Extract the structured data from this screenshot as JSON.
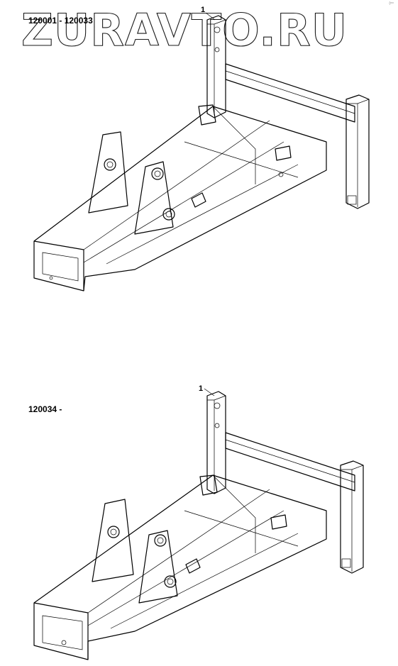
{
  "watermark": "ZURAVTO.RU",
  "corner_mark": "(ᵖʳᵒ",
  "panels": [
    {
      "serial_range": "120001 - 120033",
      "callout": "1"
    },
    {
      "serial_range": "120034 -",
      "callout": "1"
    }
  ],
  "colors": {
    "line": "#000000",
    "background": "#ffffff"
  }
}
